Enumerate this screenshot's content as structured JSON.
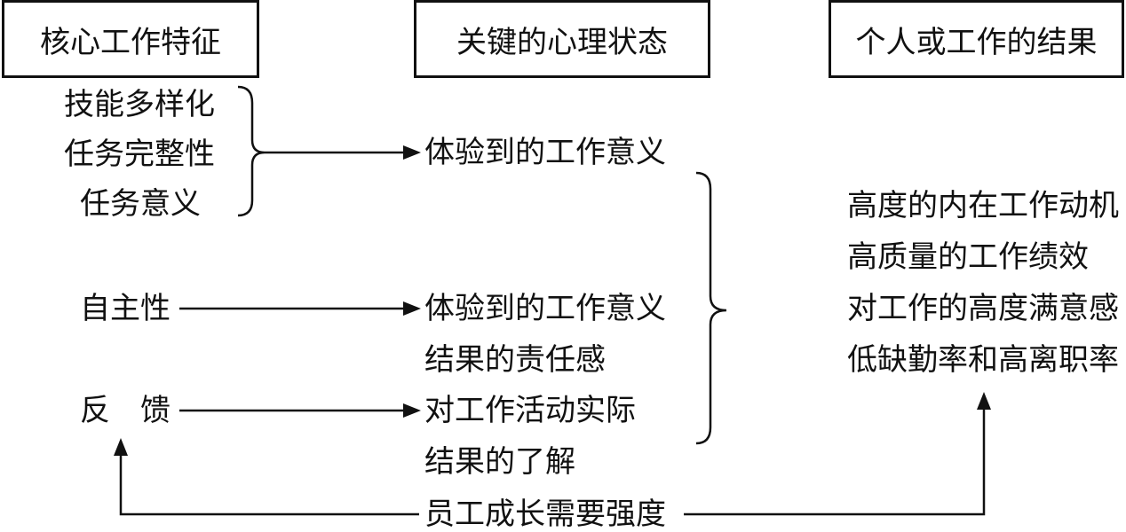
{
  "headers": {
    "core": "核心工作特征",
    "psych": "关键的心理状态",
    "outcome": "个人或工作的结果"
  },
  "core_group": [
    "技能多样化",
    "任务完整性",
    "任务意义"
  ],
  "autonomy": "自主性",
  "feedback": "反　馈",
  "psych_states": {
    "meaning_1": "体验到的工作意义",
    "meaning_2": "体验到的工作意义",
    "responsibility": "结果的责任感",
    "knowledge_1": "对工作活动实际",
    "knowledge_2": "结果的了解"
  },
  "outcomes": [
    "高度的内在工作动机",
    "高质量的工作绩效",
    "对工作的高度满意感",
    "低缺勤率和高离职率"
  ],
  "moderator": "员工成长需要强度"
}
